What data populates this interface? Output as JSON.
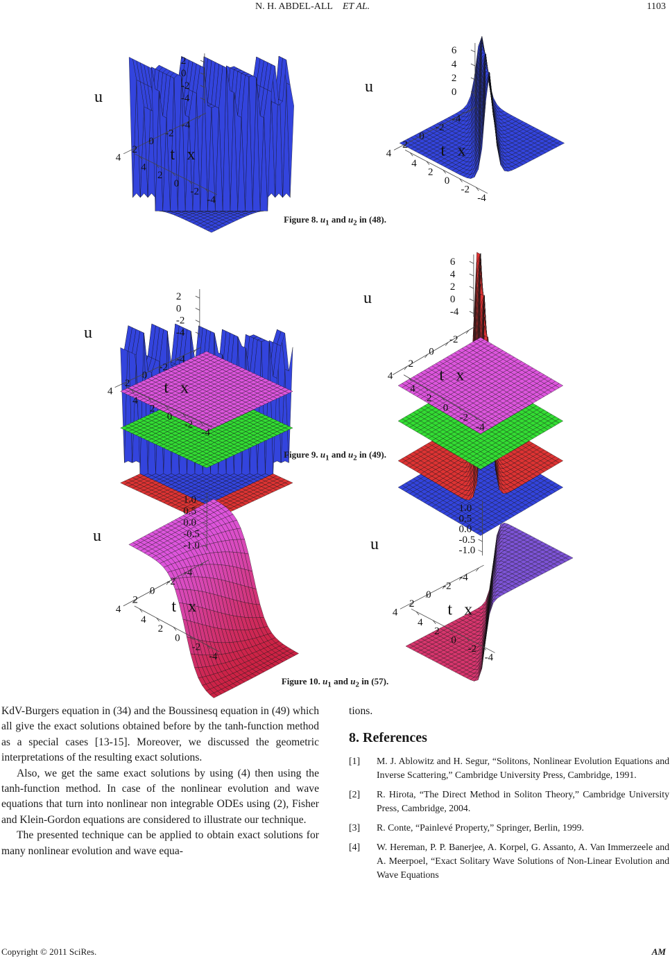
{
  "header": {
    "authors": "N. H. ABDEL-ALL",
    "etal": "ET AL.",
    "page": "1103"
  },
  "figures": [
    {
      "caption": "Figure 8. u1 and u2 in (48).",
      "panels": [
        {
          "zlabel": "u",
          "tlabel": "t",
          "xlabel": "x",
          "zticks": [
            "2",
            "0",
            "-2",
            "-4"
          ],
          "tticks": [
            "-4",
            "-2",
            "0",
            "2",
            "4"
          ],
          "xticks": [
            "-4",
            "-2",
            "0",
            "2",
            "4"
          ]
        },
        {
          "zlabel": "u",
          "tlabel": "t",
          "xlabel": "x",
          "zticks": [
            "6",
            "4",
            "2",
            "0"
          ],
          "tticks": [
            "-4",
            "-2",
            "0",
            "2",
            "4"
          ],
          "xticks": [
            "-4",
            "-2",
            "0",
            "2",
            "4"
          ]
        }
      ]
    },
    {
      "caption": "Figure 9. u1 and u2 in (49).",
      "panels": [
        {
          "zlabel": "u",
          "tlabel": "t",
          "xlabel": "x",
          "zticks": [
            "2",
            "0",
            "-2",
            "-4"
          ],
          "tticks": [
            "-4",
            "-2",
            "0",
            "2",
            "4"
          ],
          "xticks": [
            "-4",
            "-2",
            "0",
            "2",
            "4"
          ]
        },
        {
          "zlabel": "u",
          "tlabel": "t",
          "xlabel": "x",
          "zticks": [
            "6",
            "4",
            "2",
            "0",
            "-4"
          ],
          "tticks": [
            "-2",
            "0",
            "2",
            "4"
          ],
          "xticks": [
            "-4",
            "-2",
            "0",
            "2",
            "4"
          ]
        }
      ]
    },
    {
      "caption": "Figure 10. u1 and u2 in (57).",
      "panels": [
        {
          "zlabel": "u",
          "tlabel": "t",
          "xlabel": "x",
          "zticks": [
            "1.0",
            "0.5",
            "0.0",
            "-0.5",
            "-1.0"
          ],
          "tticks": [
            "-4",
            "-2",
            "0",
            "2",
            "4"
          ],
          "xticks": [
            "-4",
            "-2",
            "0",
            "2",
            "4"
          ]
        },
        {
          "zlabel": "u",
          "tlabel": "t",
          "xlabel": "x",
          "zticks": [
            "1.0",
            "0.5",
            "0.0",
            "-0.5",
            "-1.0"
          ],
          "tticks": [
            "-4",
            "-2",
            "0",
            "2",
            "4"
          ],
          "xticks": [
            "-4",
            "-2",
            "0",
            "2",
            "4"
          ]
        }
      ]
    }
  ],
  "body": {
    "para1": "KdV-Burgers equation in (34) and the Boussinesq equation in (49) which all give the exact solutions obtained before by the tanh-function method as a special cases [13-15]. Moreover, we discussed the geometric interpretations of the resulting exact solutions.",
    "para2": "Also, we get the same exact solutions by using (4) then using the tanh-function method. In case of the nonlinear evolution and wave equations that turn into nonlinear non integrable ODEs using (2), Fisher and Klein-Gordon equations are considered to illustrate our technique.",
    "para3": "The presented technique can be applied to obtain exact solutions for many nonlinear evolution and wave equa-",
    "para3_cont": "tions."
  },
  "references": {
    "heading": "8. References",
    "items": [
      {
        "num": "[1]",
        "text": "M. J. Ablowitz and H. Segur, “Solitons, Nonlinear Evolution Equations and Inverse Scattering,” Cambridge University Press, Cambridge, 1991."
      },
      {
        "num": "[2]",
        "text": "R. Hirota, “The Direct Method in Soliton Theory,” Cambridge University Press, Cambridge, 2004."
      },
      {
        "num": "[3]",
        "text": "R. Conte, “Painlevé Property,” Springer, Berlin, 1999."
      },
      {
        "num": "[4]",
        "text": "W. Hereman, P. P. Banerjee, A. Korpel, G. Assanto, A. Van Immerzeele and A. Meerpoel, “Exact Solitary Wave Solutions of Non-Linear Evolution and Wave Equations"
      }
    ]
  },
  "footer": {
    "copyright": "Copyright © 2011 SciRes.",
    "journal": "AM"
  },
  "colors": {
    "blue_surface": "#3344dd",
    "magenta_surface": "#dd55dd",
    "green_surface": "#33dd33",
    "red_surface": "#dd3333",
    "mesh_line": "#111111"
  }
}
